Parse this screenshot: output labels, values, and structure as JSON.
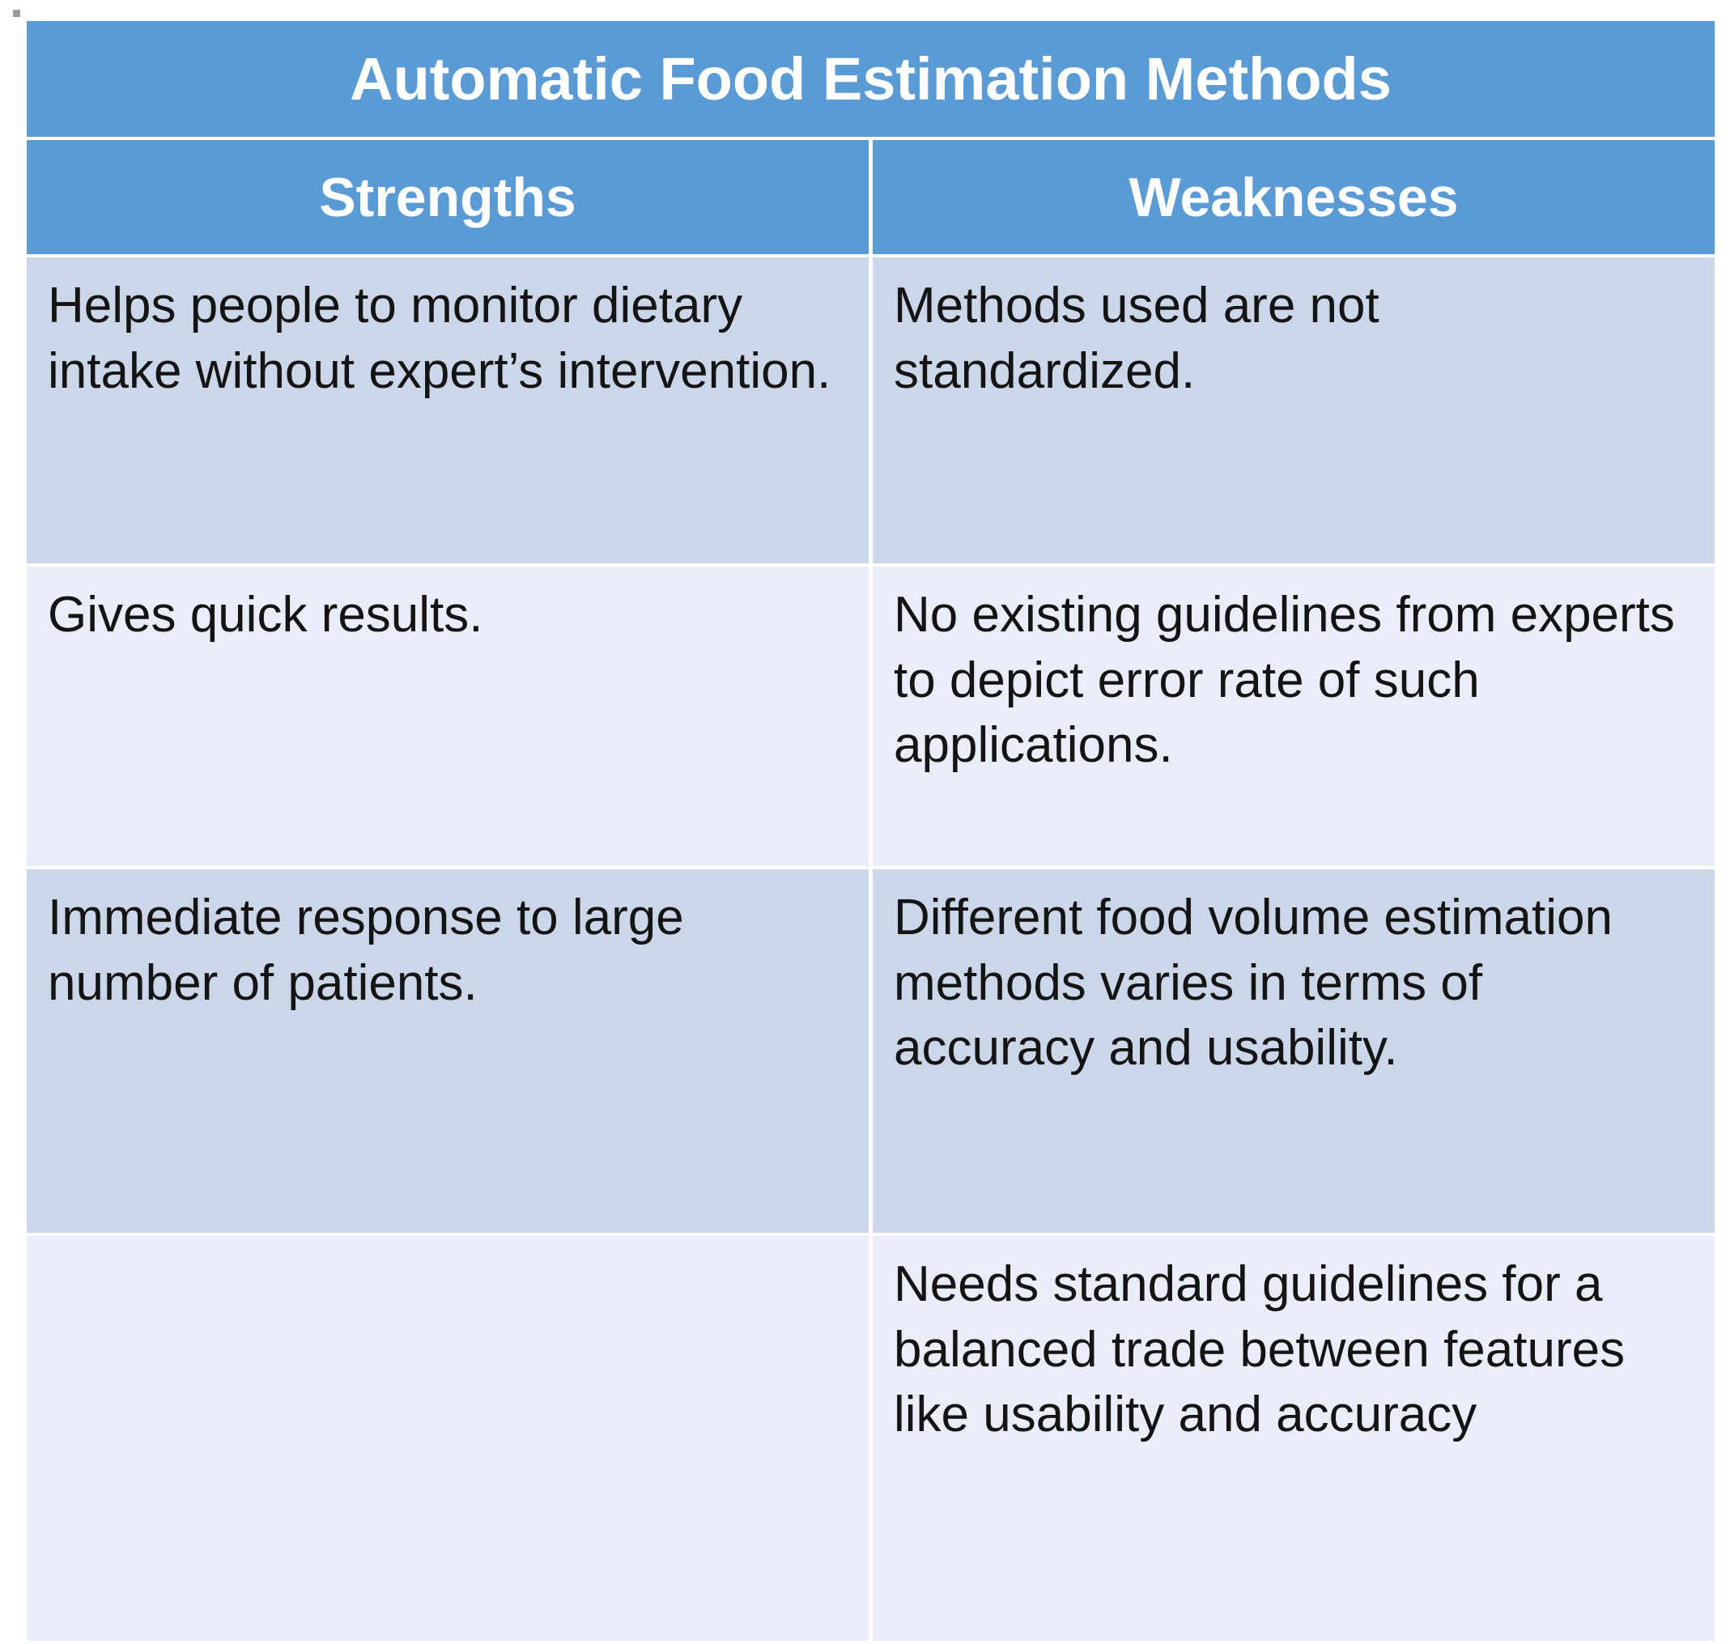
{
  "table": {
    "title": "Automatic Food Estimation Methods",
    "columns": [
      {
        "header": "Strengths"
      },
      {
        "header": "Weaknesses"
      }
    ],
    "rows": [
      {
        "strengths": "Helps people to monitor dietary intake without expert’s intervention.",
        "weaknesses": "Methods used are not standardized."
      },
      {
        "strengths": "Gives quick results.",
        "weaknesses": "No existing guidelines from experts to depict error rate of such applications."
      },
      {
        "strengths": "Immediate response to large number of patients.",
        "weaknesses": "Different food volume estimation methods varies in terms of accuracy and usability."
      },
      {
        "strengths": "",
        "weaknesses": "Needs standard guidelines for a balanced trade between features like usability and accuracy"
      }
    ]
  },
  "colors": {
    "header_blue": "#5b9bd5",
    "row_shade_dark": "#ccd6e9",
    "row_shade_light": "#e8edf7",
    "header_text": "#ffffff",
    "body_text": "#141414",
    "page_background": "#ffffff"
  }
}
